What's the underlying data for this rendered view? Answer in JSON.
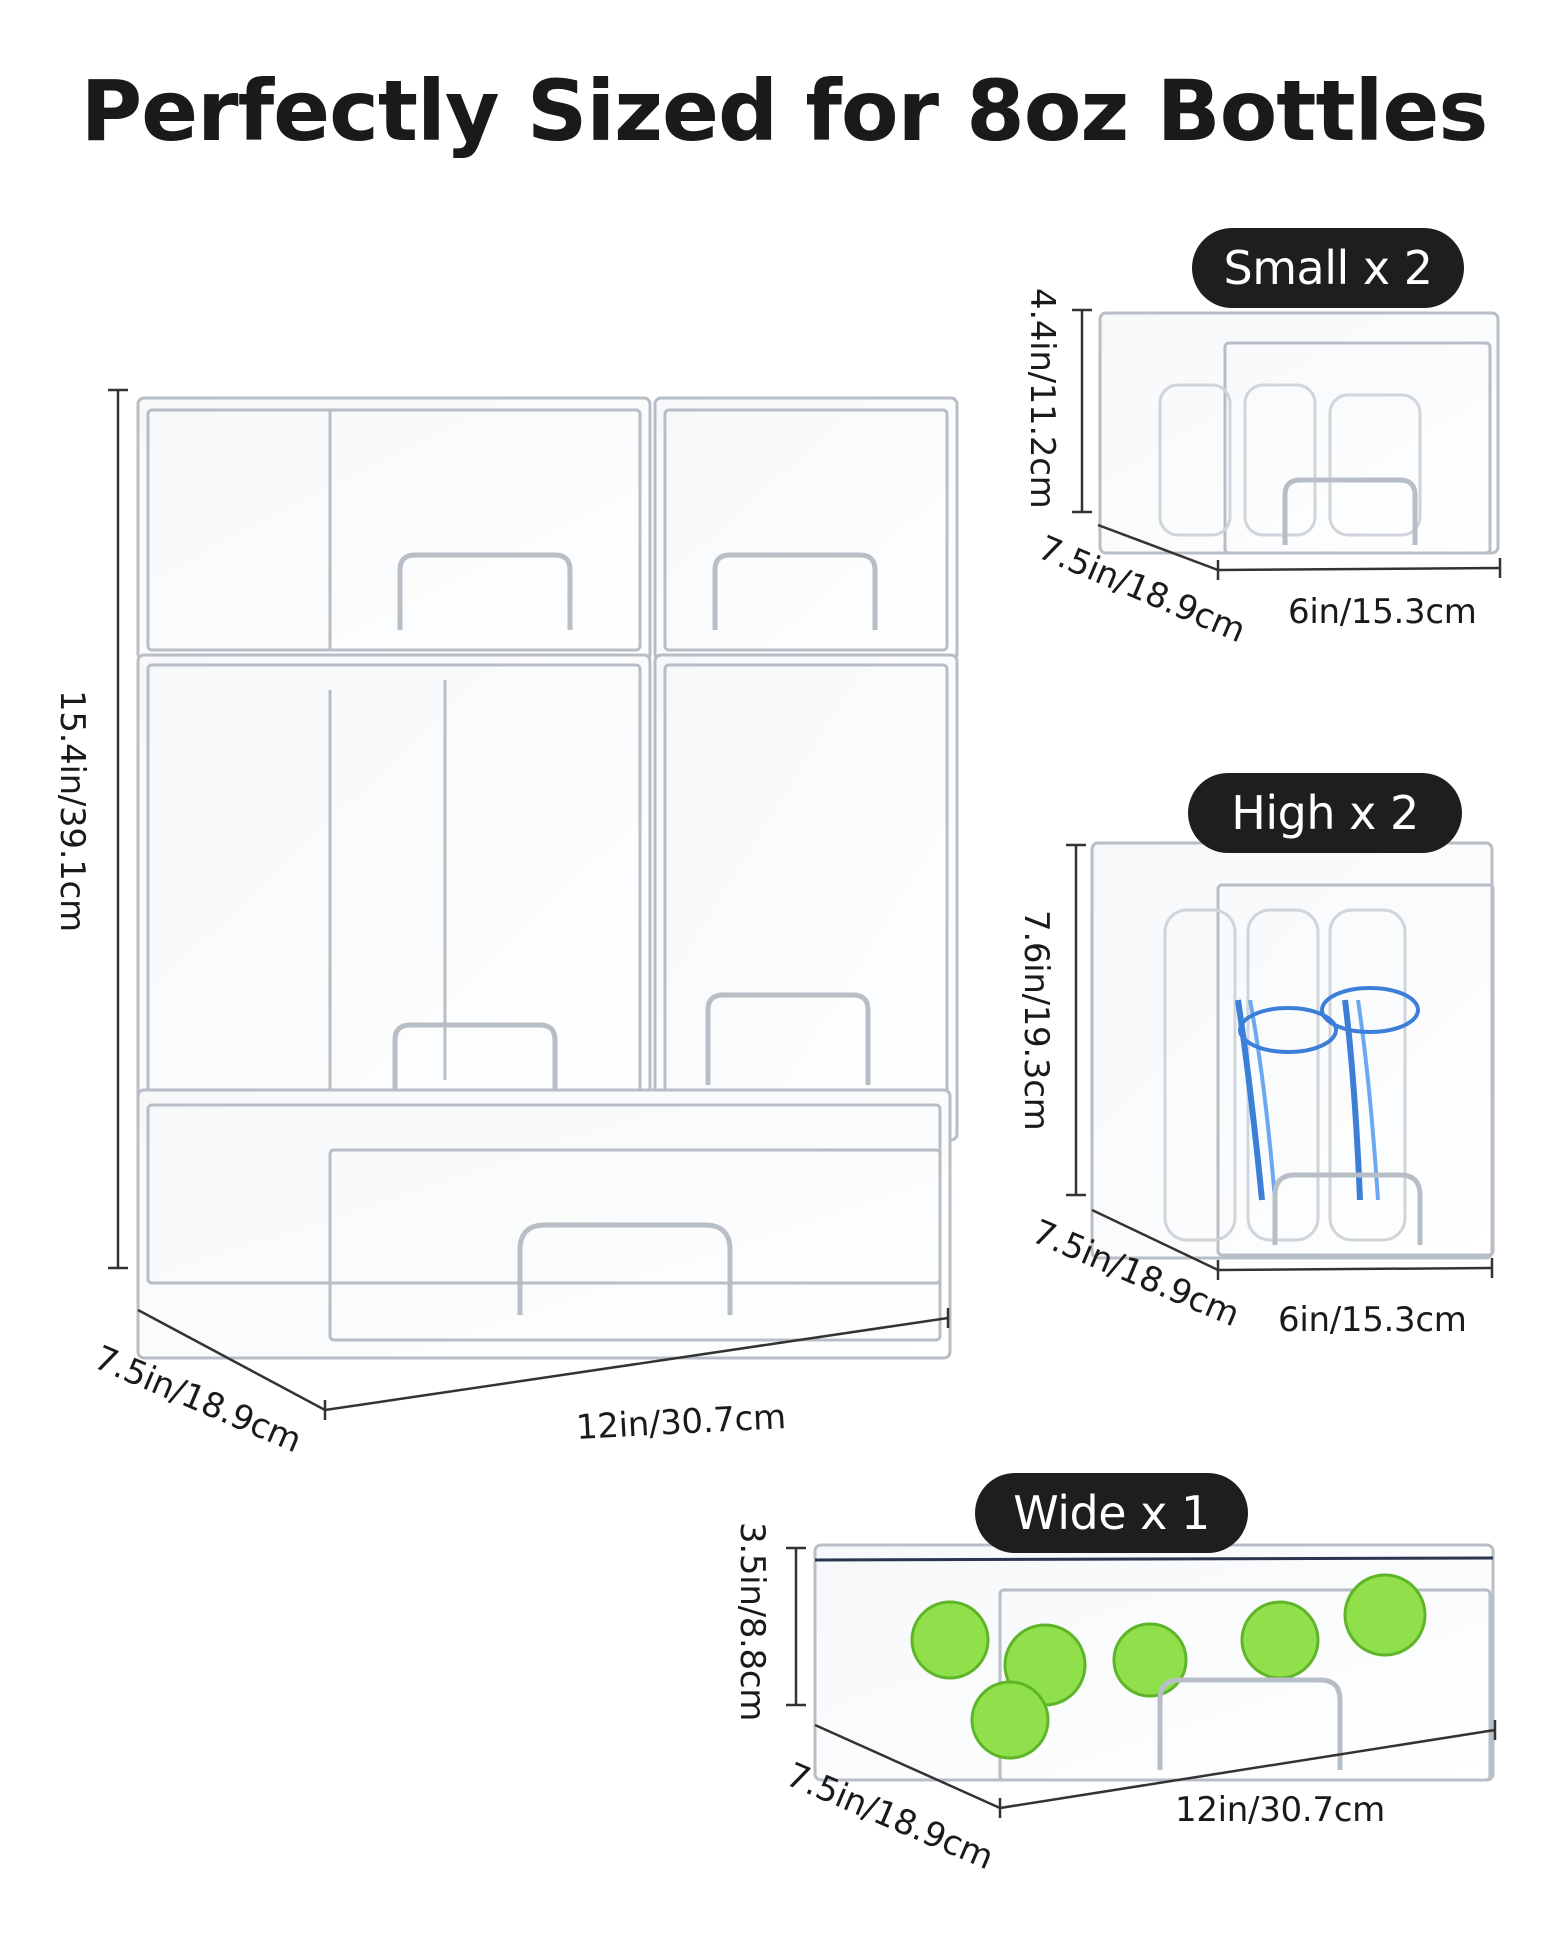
{
  "title": "Perfectly Sized for 8oz Bottles",
  "main_stack": {
    "height": "15.4in/39.1cm",
    "depth": "7.5in/18.9cm",
    "width": "12in/30.7cm"
  },
  "small": {
    "label": "Small x 2",
    "height": "4.4in/11.2cm",
    "depth": "7.5in/18.9cm",
    "width": "6in/15.3cm"
  },
  "high": {
    "label": "High x 2",
    "height": "7.6in/19.3cm",
    "depth": "7.5in/18.9cm",
    "width": "6in/15.3cm"
  },
  "wide": {
    "label": "Wide x 1",
    "height": "3.5in/8.8cm",
    "depth": "7.5in/18.9cm",
    "width": "12in/30.7cm"
  }
}
